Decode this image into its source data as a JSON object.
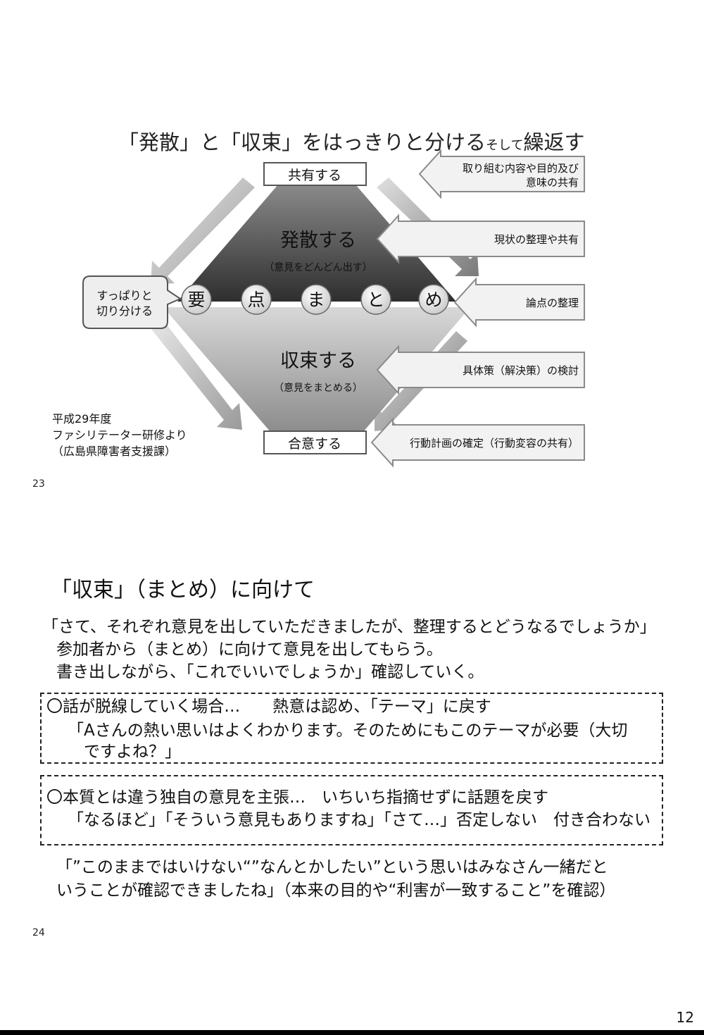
{
  "slide23": {
    "title_main": "「発散」と「収束」をはっきりと分ける",
    "title_small": "そして",
    "title_end": "繰返す",
    "top_box": "共有する",
    "bottom_box": "合意する",
    "upper_label": "発散する",
    "upper_sub": "（意見をどんどん出す）",
    "lower_label": "収束する",
    "lower_sub": "（意見をまとめる）",
    "circles": [
      "要",
      "点",
      "ま",
      "と",
      "め"
    ],
    "bubble_line1": "すっぱりと",
    "bubble_line2": "切り分ける",
    "arrows": [
      {
        "line1": "取り組む内容や目的及び",
        "line2": "意味の共有"
      },
      {
        "line1": "現状の整理や共有"
      },
      {
        "line1": "論点の整理"
      },
      {
        "line1": "具体策（解決策）の検討"
      },
      {
        "line1": "行動計画の確定（行動変容の共有）"
      }
    ],
    "source_line1": "平成29年度",
    "source_line2": "ファシリテーター研修より",
    "source_line3": "（広島県障害者支援課）",
    "number": "23"
  },
  "slide24": {
    "title": "「収束」（まとめ）に向けて",
    "line1": "「さて、それぞれ意見を出していただきましたが、整理するとどうなるでしょうか」",
    "line2": "参加者から（まとめ）に向けて意見を出してもらう。",
    "line3": "書き出しながら、「これでいいでしょうか」確認していく。",
    "box1": {
      "line1": "〇話が脱線していく場合…　　熱意は認め、「テーマ」に戻す",
      "line2": "「Aさんの熱い思いはよくわかります。そのためにもこのテーマが必要（大切",
      "line3": "ですよね？」"
    },
    "box2": {
      "line1": "〇本質とは違う独自の意見を主張…　いちいち指摘せずに話題を戻す",
      "line2": "「なるほど」「そういう意見もありますね」「さて…」否定しない　付き合わない"
    },
    "closing1": "「”このままではいけない“”なんとかしたい”という思いはみなさん一緒だと",
    "closing2": "いうことが確認できましたね」（本来の目的や“利害が一致すること”を確認）",
    "number": "24"
  },
  "page_number": "12",
  "colors": {
    "dark_gray": "#3a3a3a",
    "light_gray": "#bdbdbd",
    "arrow_fill": "#f2f2f2",
    "arrow_stroke": "#8a8a8a"
  }
}
